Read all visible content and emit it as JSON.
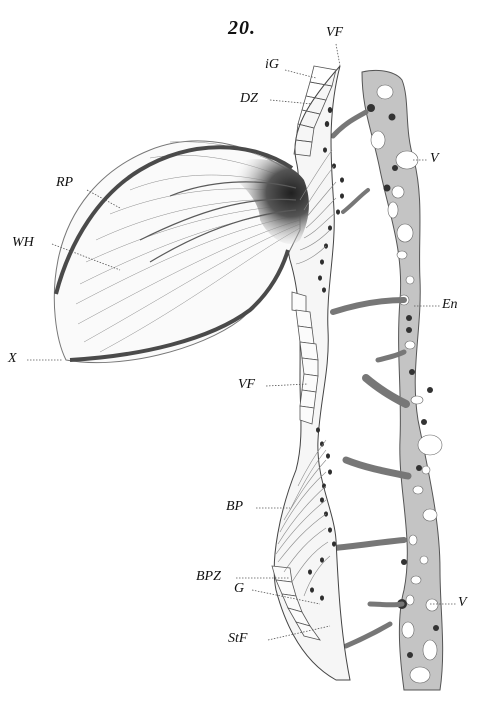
{
  "figure_number": "20.",
  "labels": {
    "vf_top": "VF",
    "ig": "iG",
    "dz": "DZ",
    "rp": "RP",
    "v_top": "V",
    "wh": "WH",
    "en": "En",
    "x": "X",
    "vf_mid": "VF",
    "bp": "BP",
    "bpz": "BPZ",
    "g": "G",
    "v_bottom": "V",
    "stf": "StF"
  },
  "colors": {
    "ink": "#222222",
    "dark_stroke": "#3a3a3a",
    "vessel_fill": "#bdbdbd",
    "nucleus": "#333333"
  }
}
